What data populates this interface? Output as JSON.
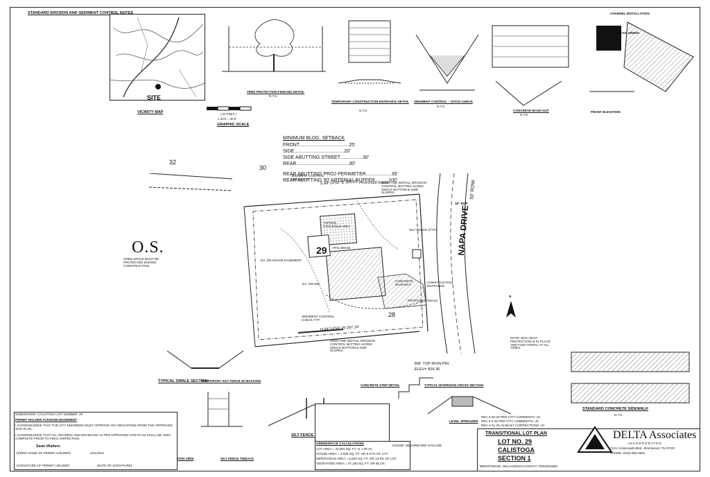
{
  "header": {
    "stamp": ""
  },
  "notes_title": "STANDARD EROSION AND SEDIMENT CONTROL NOTES",
  "notes_lines": [],
  "site_label": "SITE",
  "vicinity_label": "VICINITY MAP",
  "tree_detail": {
    "title": "TREE PROTECTION FENCING DETAIL",
    "scale": "N.T.S."
  },
  "entrance_detail": {
    "title": "TEMPORARY CONSTRUCTION ENTRANCE DETAIL",
    "scale": "N.T.S."
  },
  "ditch_detail": {
    "title": "SEDIMENT CONTROL -- DITCH CHECK",
    "scale": "N.T.S."
  },
  "washout_detail": {
    "title": "CONCRETE WASH OUT",
    "scale": "N.T.S.",
    "channel": "CHANNEL INSTALLATION",
    "front": "FRONT ELEVATION",
    "brand": "NORTH AMERICAN GREEN"
  },
  "graphic_scale": {
    "title": "GRAPHIC SCALE",
    "unit": "( IN FEET )",
    "ratio": "1 inch = 30 ft."
  },
  "setbacks": {
    "title": "MINIMUM BLDG. SETBACK",
    "front": "FRONT.....................................25'",
    "side": "SIDE.....................................20'",
    "side_street": "SIDE ABUTTING STREET.................30'",
    "rear": "REAR.......................................30'",
    "rear_perimeter": "REAR ABUTTING PROJ PERIMETER...................35'",
    "rear_arterial": "REAR ABUTTING 50' ARTERIAL BUFFER..........100'"
  },
  "plan": {
    "lot_32": "32",
    "lot_30": "30",
    "lot_29": "29",
    "lot_28": "28",
    "os": "O.S.",
    "os_note": "OPEN SPACE MUST BE PROTECTED DURING CONSTRUCTION",
    "road": "NAPA DRIVE",
    "road_row": "50' ROW",
    "bearing_top": "S 84°14'56\" E  306.21'",
    "bearing_bottom": "N 84°14'56\" W  297.16'",
    "silt_fence": "SILT FENCE (TYP.)",
    "proposed_swale": "PROPOSED SWALE",
    "sediment_check": "SEDIMENT CONTROL CHECK TYP.",
    "seed_mat": "SEED AND INSTALL EROSION CONTROL MATTING ALONG SWALE BOTTOM & SIDE SLOPES.",
    "topsoil": "TOPSOIL STOCKPILE AREA",
    "ffe": "FFE=809.58",
    "ex_drainage": "EX. DRAINAGE EASEMENT",
    "ex_grade": "EX. GRADE",
    "concrete_washout": "CONCRETE WASHOUT",
    "construction_entrance": "CONSTRUCTION ENTRANCE",
    "bm": "BM: TOP IRON PIN",
    "elev": "ELEV= 809.36",
    "rp": "18\" RCP",
    "note_side": "NOTE: BOX INLET PROTECTION IS IN PLACE AND FUNCTIONAL AT ALL TIMES."
  },
  "lower_details": {
    "swale_section": "TYPICAL SWALE SECTION",
    "silt_fence_backing": "TEMPORARY SILT FENCE W/ BACKING",
    "silt_fence_steep": "SILT FENCE BELOW A STEEP OR LONG GRADE",
    "concrete_step": "CONCRETE STEP DETAIL",
    "diversion": "TYPICAL DIVERSION CROSS SECTION",
    "level_spreader": "LEVEL SPREADER",
    "silt_tieback": "SILT FENCE TIEBACK",
    "section_view": "SECTION VIEW",
    "nts": "N.T.S."
  },
  "sidewalk": {
    "title": "STANDARD CONCRETE SIDEWALK",
    "scale": "N.T.S."
  },
  "greenspace": {
    "title": "GREENSPACE CALCULATIONS",
    "lot_area": "LOT AREA = 43,084 SQ. FT. or 1.00 AC",
    "house_area": "HOUSE AREA = 4,035 SQ. FT. OR 9.37% OF LOT",
    "impervious": "IMPERVIOUS AREA = 5,924 SQ. FT. OR 13.8% OF LOT",
    "vegetated": "VEGETATED AREA = 37,160 SQ. FT. OR 86.2%"
  },
  "house_name": "HOUSE: DEVONSHIRE-1/A/LHSE",
  "title_block": {
    "line1": "TRANSITIONAL LOT PLAN",
    "line2": "LOT NO. 29",
    "line3": "CALISTOGA",
    "line4": "SECTION 1",
    "line5": "BRENTWOOD, WILLIAMSON COUNTY, TENNESSEE"
  },
  "firm": {
    "name": "DELTA Associates",
    "sub": "INCORPORATED",
    "address": "7121 Crossroads Blvd., Brentwood, TN 37027",
    "phone": "PHONE: (615) 850-3501"
  },
  "subdivision": "SUBDIVISION: CALISTOGA   LOT NUMBER: 29",
  "permit_ack": "PERMIT HOLDER ACKNOWLEDGEMENT",
  "ack_text_1": "I ACKNOWLEDGE THAT THE CITY ENGINEER MUST APPROVE ANY DEVIATIONS FROM THE APPROVED SITE PLAN.",
  "ack_text_2": "I ACKNOWLEDGE THAT ALL GRADING AND DRAINAGE AS PER APPROVED SITE PLAN SHALL BE 100% COMPLETE PRIOR TO FINAL INSPECTION.",
  "signer": "Sean Walters",
  "signature_label": "(SIGNATURE OF PERMIT HOLDER)",
  "date_label": "(DATE OF SIGNATURE)",
  "date_value": "4/01/2021",
  "print_label": "(PRINT NAME OF PERMIT HOLDER)",
  "revisions": [
    "REV 2-26-20 PER CITY COMMENTS--JC",
    "REV 3-4-20 PER CITY COMMENTS--JC",
    "REV 4-21-20 AS-BUILT CORRECTIONS--JC"
  ],
  "general_notes_lines": [],
  "north": "N"
}
